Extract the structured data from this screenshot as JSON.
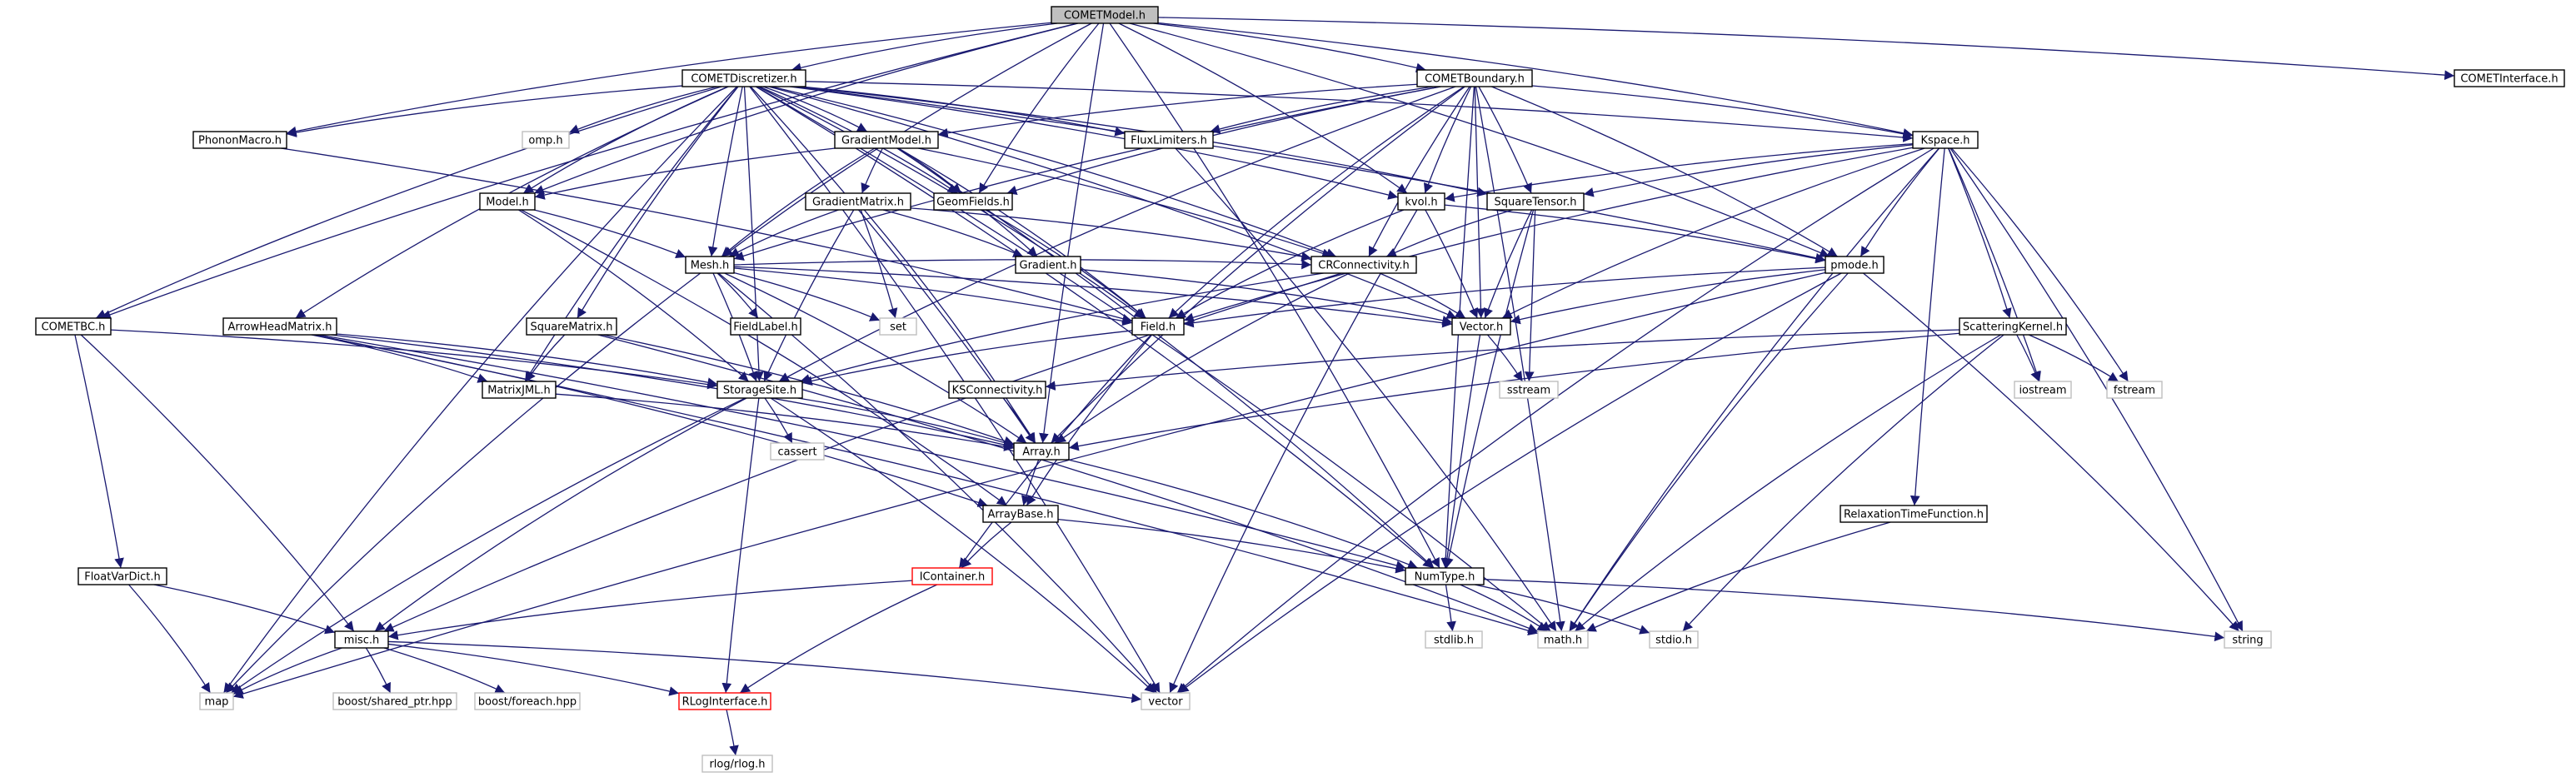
{
  "graph": {
    "root": "COMETModel.h",
    "colors": {
      "edge": "#191970",
      "node_border_file": "#000000",
      "node_border_external": "#bfbfbf",
      "node_border_truncated": "#ff0000",
      "root_fill": "#bfbfbf",
      "node_fill": "#ffffff",
      "text": "#000000",
      "external_text": "#000000"
    },
    "nodes": [
      {
        "id": "cometmodel",
        "label": "COMETModel.h",
        "kind": "root"
      },
      {
        "id": "cometdiscretizer",
        "label": "COMETDiscretizer.h",
        "kind": "file"
      },
      {
        "id": "cometboundary",
        "label": "COMETBoundary.h",
        "kind": "file"
      },
      {
        "id": "cometinterface",
        "label": "COMETInterface.h",
        "kind": "file"
      },
      {
        "id": "phononmacro",
        "label": "PhononMacro.h",
        "kind": "file"
      },
      {
        "id": "omp",
        "label": "omp.h",
        "kind": "external"
      },
      {
        "id": "gradientmodel",
        "label": "GradientModel.h",
        "kind": "file"
      },
      {
        "id": "fluxlimiters",
        "label": "FluxLimiters.h",
        "kind": "file"
      },
      {
        "id": "kspace",
        "label": "Kspace.h",
        "kind": "file"
      },
      {
        "id": "model",
        "label": "Model.h",
        "kind": "file"
      },
      {
        "id": "gradientmatrix",
        "label": "GradientMatrix.h",
        "kind": "file"
      },
      {
        "id": "geomfields",
        "label": "GeomFields.h",
        "kind": "file"
      },
      {
        "id": "kvol",
        "label": "kvol.h",
        "kind": "file"
      },
      {
        "id": "squaretensor",
        "label": "SquareTensor.h",
        "kind": "file"
      },
      {
        "id": "mesh",
        "label": "Mesh.h",
        "kind": "file"
      },
      {
        "id": "gradient",
        "label": "Gradient.h",
        "kind": "file"
      },
      {
        "id": "crconnectivity",
        "label": "CRConnectivity.h",
        "kind": "file"
      },
      {
        "id": "pmode",
        "label": "pmode.h",
        "kind": "file"
      },
      {
        "id": "comettbc",
        "label": "COMETBC.h",
        "kind": "file"
      },
      {
        "id": "arrowheadmatrix",
        "label": "ArrowHeadMatrix.h",
        "kind": "file"
      },
      {
        "id": "squarematrix",
        "label": "SquareMatrix.h",
        "kind": "file"
      },
      {
        "id": "fieldlabel",
        "label": "FieldLabel.h",
        "kind": "file"
      },
      {
        "id": "set",
        "label": "set",
        "kind": "external"
      },
      {
        "id": "field",
        "label": "Field.h",
        "kind": "file"
      },
      {
        "id": "vector_h",
        "label": "Vector.h",
        "kind": "file"
      },
      {
        "id": "scatteringkernel",
        "label": "ScatteringKernel.h",
        "kind": "file"
      },
      {
        "id": "matrixjml",
        "label": "MatrixJML.h",
        "kind": "file"
      },
      {
        "id": "storagesite",
        "label": "StorageSite.h",
        "kind": "file"
      },
      {
        "id": "ksconnectivity",
        "label": "KSConnectivity.h",
        "kind": "file"
      },
      {
        "id": "sstream",
        "label": "sstream",
        "kind": "external"
      },
      {
        "id": "iostream",
        "label": "iostream",
        "kind": "external"
      },
      {
        "id": "fstream",
        "label": "fstream",
        "kind": "external"
      },
      {
        "id": "array",
        "label": "Array.h",
        "kind": "file"
      },
      {
        "id": "cassert",
        "label": "cassert",
        "kind": "external"
      },
      {
        "id": "arraybase",
        "label": "ArrayBase.h",
        "kind": "file"
      },
      {
        "id": "relaxationtime",
        "label": "RelaxationTimeFunction.h",
        "kind": "file"
      },
      {
        "id": "floatvardict",
        "label": "FloatVarDict.h",
        "kind": "file"
      },
      {
        "id": "icontainer",
        "label": "IContainer.h",
        "kind": "truncated"
      },
      {
        "id": "numtype",
        "label": "NumType.h",
        "kind": "file"
      },
      {
        "id": "misc",
        "label": "misc.h",
        "kind": "file"
      },
      {
        "id": "stdlib",
        "label": "stdlib.h",
        "kind": "external"
      },
      {
        "id": "math",
        "label": "math.h",
        "kind": "external"
      },
      {
        "id": "stdio",
        "label": "stdio.h",
        "kind": "external"
      },
      {
        "id": "string",
        "label": "string",
        "kind": "external"
      },
      {
        "id": "map",
        "label": "map",
        "kind": "external"
      },
      {
        "id": "shared_ptr",
        "label": "boost/shared_ptr.hpp",
        "kind": "external"
      },
      {
        "id": "foreach",
        "label": "boost/foreach.hpp",
        "kind": "external"
      },
      {
        "id": "rloginterface",
        "label": "RLogInterface.h",
        "kind": "truncated"
      },
      {
        "id": "vector",
        "label": "vector",
        "kind": "external"
      },
      {
        "id": "rlog",
        "label": "rlog/rlog.h",
        "kind": "external"
      }
    ],
    "edges": [
      [
        "cometmodel",
        "cometdiscretizer"
      ],
      [
        "cometmodel",
        "cometboundary"
      ],
      [
        "cometmodel",
        "cometinterface"
      ],
      [
        "cometmodel",
        "phononmacro"
      ],
      [
        "cometmodel",
        "comettbc"
      ],
      [
        "cometmodel",
        "model"
      ],
      [
        "cometmodel",
        "mesh"
      ],
      [
        "cometmodel",
        "kspace"
      ],
      [
        "cometmodel",
        "pmode"
      ],
      [
        "cometmodel",
        "array"
      ],
      [
        "cometmodel",
        "numtype"
      ],
      [
        "cometmodel",
        "geomfields"
      ],
      [
        "cometmodel",
        "kvol"
      ],
      [
        "cometdiscretizer",
        "phononmacro"
      ],
      [
        "cometdiscretizer",
        "omp"
      ],
      [
        "cometdiscretizer",
        "gradientmodel"
      ],
      [
        "cometdiscretizer",
        "fluxlimiters"
      ],
      [
        "cometdiscretizer",
        "kspace"
      ],
      [
        "cometdiscretizer",
        "model"
      ],
      [
        "cometdiscretizer",
        "mesh"
      ],
      [
        "cometdiscretizer",
        "comettbc"
      ],
      [
        "cometdiscretizer",
        "arrowheadmatrix"
      ],
      [
        "cometdiscretizer",
        "squarematrix"
      ],
      [
        "cometdiscretizer",
        "matrixjml"
      ],
      [
        "cometdiscretizer",
        "storagesite"
      ],
      [
        "cometdiscretizer",
        "array"
      ],
      [
        "cometdiscretizer",
        "field"
      ],
      [
        "cometdiscretizer",
        "kvol"
      ],
      [
        "cometdiscretizer",
        "squaretensor"
      ],
      [
        "cometdiscretizer",
        "crconnectivity"
      ],
      [
        "cometdiscretizer",
        "vector_h"
      ],
      [
        "cometdiscretizer",
        "pmode"
      ],
      [
        "cometdiscretizer",
        "numtype"
      ],
      [
        "cometdiscretizer",
        "map"
      ],
      [
        "cometdiscretizer",
        "math"
      ],
      [
        "cometdiscretizer",
        "vector"
      ],
      [
        "cometdiscretizer",
        "geomfields"
      ],
      [
        "cometboundary",
        "gradientmodel"
      ],
      [
        "cometboundary",
        "fluxlimiters"
      ],
      [
        "cometboundary",
        "kspace"
      ],
      [
        "cometboundary",
        "geomfields"
      ],
      [
        "cometboundary",
        "kvol"
      ],
      [
        "cometboundary",
        "squaretensor"
      ],
      [
        "cometboundary",
        "mesh"
      ],
      [
        "cometboundary",
        "crconnectivity"
      ],
      [
        "cometboundary",
        "vector_h"
      ],
      [
        "cometboundary",
        "pmode"
      ],
      [
        "cometboundary",
        "field"
      ],
      [
        "cometboundary",
        "storagesite"
      ],
      [
        "cometboundary",
        "array"
      ],
      [
        "cometboundary",
        "math"
      ],
      [
        "cometboundary",
        "numtype"
      ],
      [
        "phononmacro",
        "field"
      ],
      [
        "gradientmodel",
        "model"
      ],
      [
        "gradientmodel",
        "gradientmatrix"
      ],
      [
        "gradientmodel",
        "geomfields"
      ],
      [
        "gradientmodel",
        "gradient"
      ],
      [
        "gradientmodel",
        "mesh"
      ],
      [
        "gradientmodel",
        "numtype"
      ],
      [
        "gradientmodel",
        "crconnectivity"
      ],
      [
        "gradientmodel",
        "field"
      ],
      [
        "fluxlimiters",
        "math"
      ],
      [
        "kspace",
        "kvol"
      ],
      [
        "kspace",
        "squaretensor"
      ],
      [
        "kspace",
        "pmode"
      ],
      [
        "kspace",
        "vector_h"
      ],
      [
        "kspace",
        "scatteringkernel"
      ],
      [
        "kspace",
        "relaxationtime"
      ],
      [
        "kspace",
        "iostream"
      ],
      [
        "kspace",
        "fstream"
      ],
      [
        "kspace",
        "string"
      ],
      [
        "kspace",
        "math"
      ],
      [
        "kspace",
        "vector"
      ],
      [
        "kspace",
        "field"
      ],
      [
        "model",
        "mesh"
      ],
      [
        "model",
        "storagesite"
      ],
      [
        "model",
        "arraybase"
      ],
      [
        "gradientmatrix",
        "mesh"
      ],
      [
        "gradientmatrix",
        "crconnectivity"
      ],
      [
        "gradientmatrix",
        "gradient"
      ],
      [
        "gradientmatrix",
        "storagesite"
      ],
      [
        "gradientmatrix",
        "array"
      ],
      [
        "gradientmatrix",
        "set"
      ],
      [
        "geomfields",
        "field"
      ],
      [
        "kvol",
        "pmode"
      ],
      [
        "kvol",
        "vector_h"
      ],
      [
        "kvol",
        "field"
      ],
      [
        "kvol",
        "vector"
      ],
      [
        "squaretensor",
        "vector_h"
      ],
      [
        "squaretensor",
        "numtype"
      ],
      [
        "squaretensor",
        "sstream"
      ],
      [
        "squaretensor",
        "crconnectivity"
      ],
      [
        "mesh",
        "fieldlabel"
      ],
      [
        "mesh",
        "field"
      ],
      [
        "mesh",
        "storagesite"
      ],
      [
        "mesh",
        "set"
      ],
      [
        "mesh",
        "array"
      ],
      [
        "mesh",
        "crconnectivity"
      ],
      [
        "mesh",
        "vector"
      ],
      [
        "mesh",
        "map"
      ],
      [
        "mesh",
        "vector_h"
      ],
      [
        "gradient",
        "vector_h"
      ],
      [
        "crconnectivity",
        "storagesite"
      ],
      [
        "crconnectivity",
        "array"
      ],
      [
        "crconnectivity",
        "vector_h"
      ],
      [
        "crconnectivity",
        "misc"
      ],
      [
        "pmode",
        "vector_h"
      ],
      [
        "pmode",
        "field"
      ],
      [
        "pmode",
        "math"
      ],
      [
        "pmode",
        "string"
      ],
      [
        "pmode",
        "vector"
      ],
      [
        "pmode",
        "map"
      ],
      [
        "comettbc",
        "storagesite"
      ],
      [
        "comettbc",
        "floatvardict"
      ],
      [
        "comettbc",
        "misc"
      ],
      [
        "arrowheadmatrix",
        "matrixjml"
      ],
      [
        "arrowheadmatrix",
        "storagesite"
      ],
      [
        "arrowheadmatrix",
        "array"
      ],
      [
        "arrowheadmatrix",
        "arraybase"
      ],
      [
        "arrowheadmatrix",
        "numtype"
      ],
      [
        "arrowheadmatrix",
        "math"
      ],
      [
        "squarematrix",
        "matrixjml"
      ],
      [
        "squarematrix",
        "array"
      ],
      [
        "squarematrix",
        "math"
      ],
      [
        "field",
        "storagesite"
      ],
      [
        "field",
        "arraybase"
      ],
      [
        "field",
        "icontainer"
      ],
      [
        "vector_h",
        "sstream"
      ],
      [
        "vector_h",
        "numtype"
      ],
      [
        "scatteringkernel",
        "ksconnectivity"
      ],
      [
        "scatteringkernel",
        "iostream"
      ],
      [
        "scatteringkernel",
        "fstream"
      ],
      [
        "scatteringkernel",
        "array"
      ],
      [
        "scatteringkernel",
        "stdio"
      ],
      [
        "scatteringkernel",
        "math"
      ],
      [
        "matrixjml",
        "array"
      ],
      [
        "storagesite",
        "array"
      ],
      [
        "storagesite",
        "cassert"
      ],
      [
        "storagesite",
        "misc"
      ],
      [
        "storagesite",
        "rloginterface"
      ],
      [
        "storagesite",
        "vector"
      ],
      [
        "storagesite",
        "map"
      ],
      [
        "ksconnectivity",
        "array"
      ],
      [
        "array",
        "arraybase"
      ],
      [
        "array",
        "numtype"
      ],
      [
        "arraybase",
        "icontainer"
      ],
      [
        "arraybase",
        "numtype"
      ],
      [
        "relaxationtime",
        "math"
      ],
      [
        "floatvardict",
        "misc"
      ],
      [
        "floatvardict",
        "map"
      ],
      [
        "icontainer",
        "misc"
      ],
      [
        "icontainer",
        "rloginterface"
      ],
      [
        "numtype",
        "stdlib"
      ],
      [
        "numtype",
        "math"
      ],
      [
        "numtype",
        "stdio"
      ],
      [
        "numtype",
        "string"
      ],
      [
        "misc",
        "map"
      ],
      [
        "misc",
        "shared_ptr"
      ],
      [
        "misc",
        "foreach"
      ],
      [
        "misc",
        "rloginterface"
      ],
      [
        "misc",
        "vector"
      ],
      [
        "rloginterface",
        "rlog"
      ]
    ]
  }
}
